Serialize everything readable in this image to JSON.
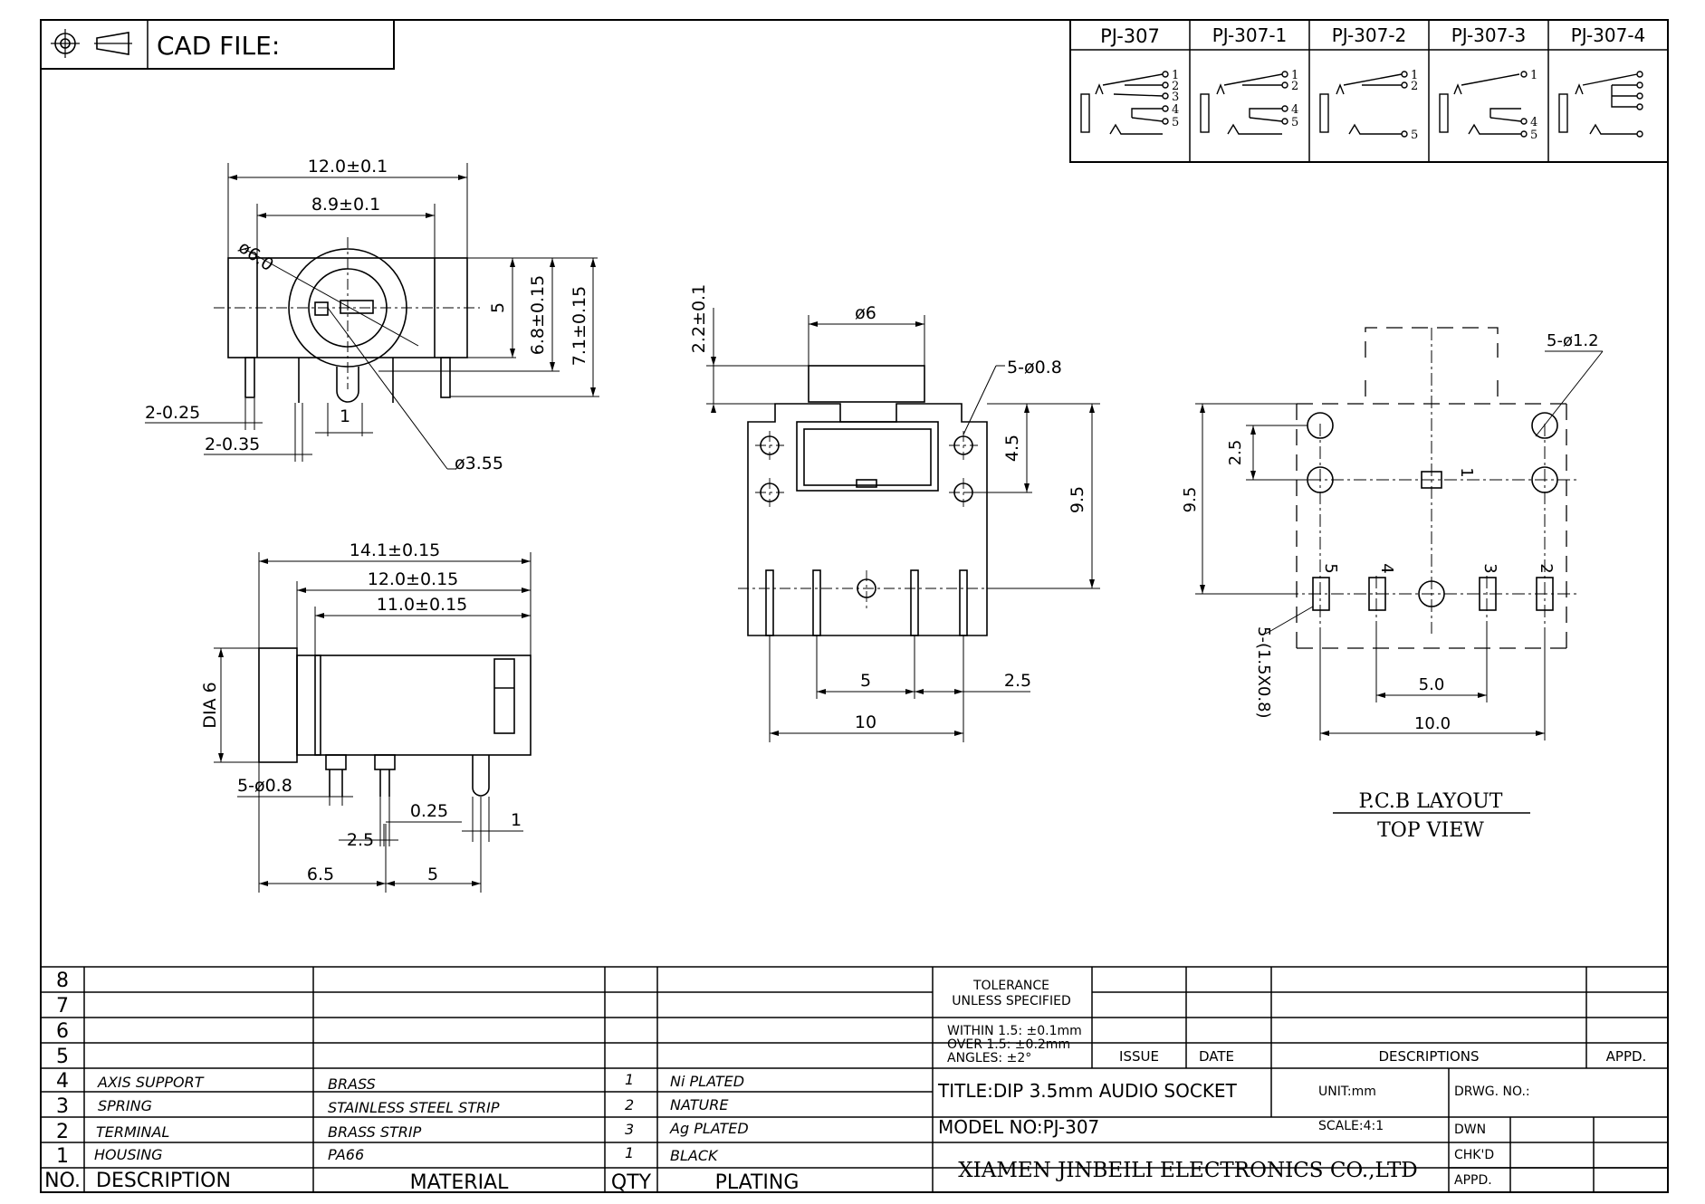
{
  "header": {
    "cad_file_label": "CAD FILE:"
  },
  "variants": {
    "headers": [
      "PJ-307",
      "PJ-307-1",
      "PJ-307-2",
      "PJ-307-3",
      "PJ-307-4"
    ],
    "pins": [
      [
        "1",
        "2",
        "3",
        "4",
        "5"
      ],
      [
        "1",
        "2",
        "4",
        "5"
      ],
      [
        "1",
        "2",
        "5"
      ],
      [
        "1",
        "4",
        "5"
      ],
      []
    ]
  },
  "front_view": {
    "width_overall": "12.0±0.1",
    "width_inner": "8.9±0.1",
    "diameter_outer": "ø6.0",
    "height_5": "5",
    "height_6_8": "6.8±0.15",
    "height_7_1": "7.1±0.15",
    "pin_w_1": "2-0.25",
    "pin_w_2": "2-0.35",
    "pitch_1": "1",
    "diameter_inner": "ø3.55"
  },
  "side_view": {
    "len_14_1": "14.1±0.15",
    "len_12_0": "12.0±0.15",
    "len_11_0": "11.0±0.15",
    "dia": "DIA 6",
    "pin_dia": "5-ø0.8",
    "d_0_25": "0.25",
    "d_1": "1",
    "d_2_5": "2.5",
    "d_6_5": "6.5",
    "d_5": "5"
  },
  "top_view": {
    "d_2_2": "2.2±0.1",
    "d_6": "ø6",
    "holes": "5-ø0.8",
    "d_4_5": "4.5",
    "d_9_5": "9.5",
    "d_5": "5",
    "d_2_5": "2.5",
    "d_10": "10"
  },
  "pcb_layout": {
    "holes": "5-ø1.2",
    "d_2_5": "2.5",
    "d_9_5": "9.5",
    "pin_labels": [
      "1",
      "5",
      "4",
      "3",
      "2"
    ],
    "slots": "5-(1.5X0.8)",
    "d_5_0": "5.0",
    "d_10_0": "10.0",
    "title_line1": "P.C.B LAYOUT",
    "title_line2": "TOP VIEW"
  },
  "bom": {
    "row_numbers": [
      "8",
      "7",
      "6",
      "5"
    ],
    "rows": [
      {
        "no": "4",
        "description": "AXIS SUPPORT",
        "material": "BRASS",
        "qty": "1",
        "plating": "Ni PLATED"
      },
      {
        "no": "3",
        "description": "SPRING",
        "material": "STAINLESS STEEL STRIP",
        "qty": "2",
        "plating": "NATURE"
      },
      {
        "no": "2",
        "description": "TERMINAL",
        "material": "BRASS STRIP",
        "qty": "3",
        "plating": "Ag PLATED"
      },
      {
        "no": "1",
        "description": "HOUSING",
        "material": "PA66",
        "qty": "1",
        "plating": "BLACK"
      }
    ],
    "headers": {
      "no": "NO.",
      "description": "DESCRIPTION",
      "material": "MATERIAL",
      "qty": "QTY",
      "plating": "PLATING"
    }
  },
  "title_block": {
    "tolerance_line1": "TOLERANCE",
    "tolerance_line2": "UNLESS SPECIFIED",
    "tol_within": "WITHIN 1.5: ±0.1mm",
    "tol_over": "OVER 1.5:  ±0.2mm",
    "tol_angles": "ANGLES: ±2°",
    "issue": "ISSUE",
    "date": "DATE",
    "descriptions": "DESCRIPTIONS",
    "appd_rev": "APPD.",
    "title": "TITLE:DIP  3.5mm  AUDIO  SOCKET",
    "unit": "UNIT:mm",
    "drwg_no": "DRWG. NO.:",
    "model_no": "MODEL  NO:PJ-307",
    "scale": "SCALE:4:1",
    "dwn": "DWN",
    "chkd": "CHK'D",
    "appd": "APPD.",
    "company": "XIAMEN JINBEILI ELECTRONICS CO.,LTD"
  }
}
